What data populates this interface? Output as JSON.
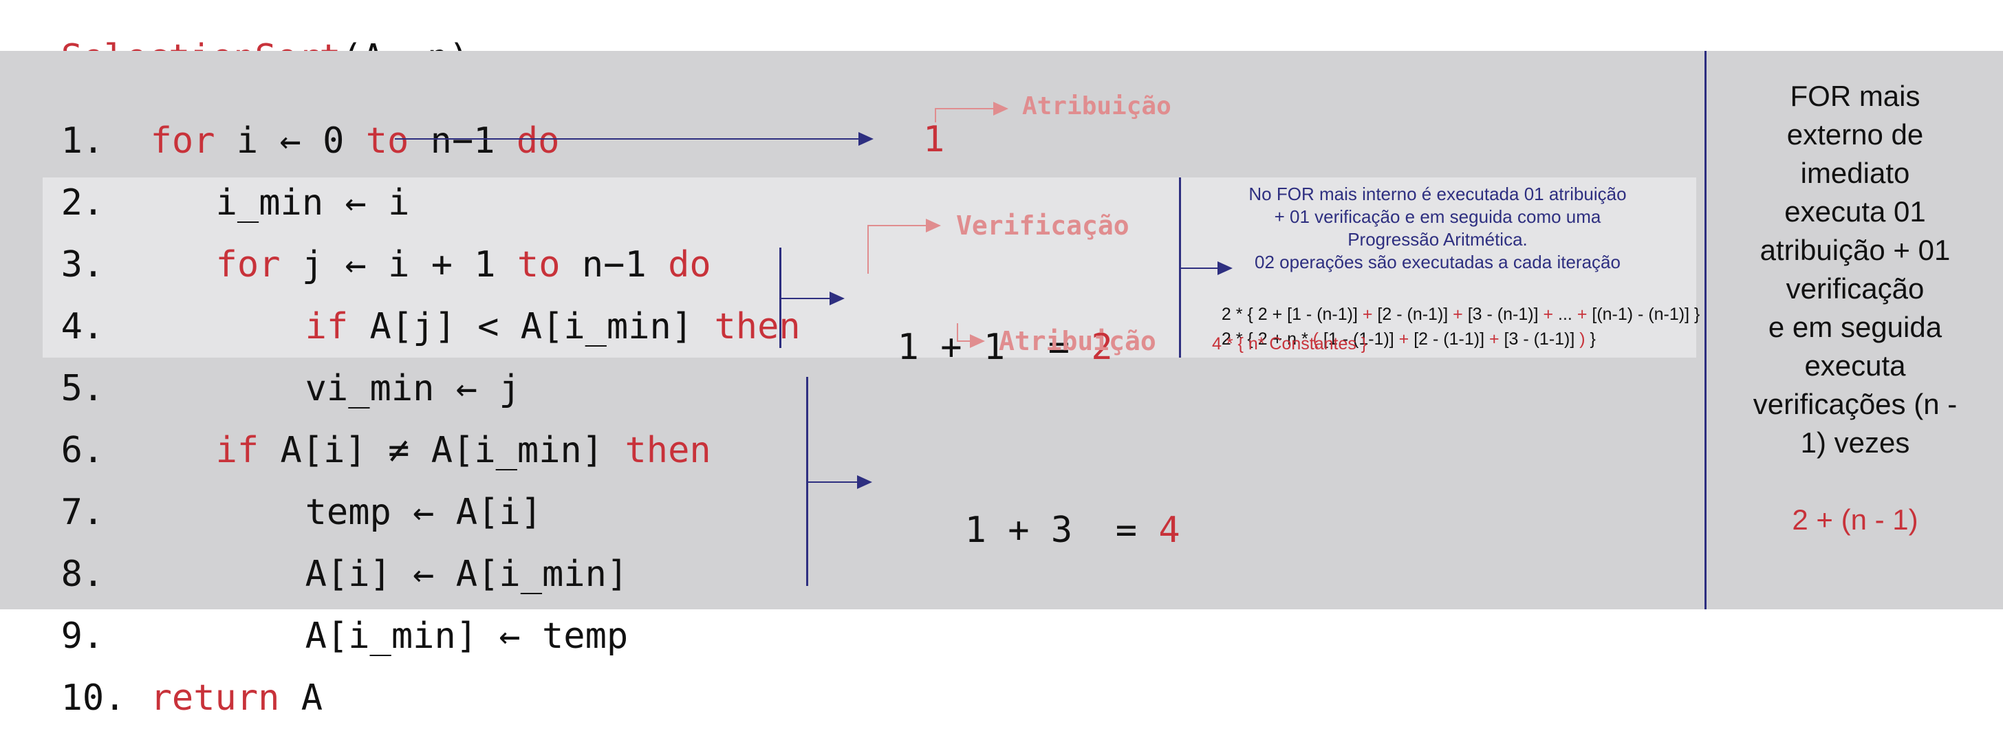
{
  "header": {
    "function_name": "SelectionSort",
    "params": "(A, n)"
  },
  "lines": [
    {
      "num": "1.",
      "kw1": "for",
      "t1": " i ← 0 ",
      "kw2": "to",
      "t2": " n−1 ",
      "kw3": "do"
    },
    {
      "num": "2.",
      "t1": "i_min ← i"
    },
    {
      "num": "3.",
      "kw1": "for",
      "t1": " j ← i + 1 ",
      "kw2": "to",
      "t2": " n−1 ",
      "kw3": "do"
    },
    {
      "num": "4.",
      "kw1": "if",
      "t1": " A[j] < A[i_min] ",
      "kw2": "then"
    },
    {
      "num": "5.",
      "t1": "vi_min ← j"
    },
    {
      "num": "6.",
      "kw1": "if",
      "t1": " A[i] ≠ A[i_min] ",
      "kw2": "then"
    },
    {
      "num": "7.",
      "t1": "temp ← A[i]"
    },
    {
      "num": "8.",
      "t1": "A[i] ← A[i_min]"
    },
    {
      "num": "9.",
      "t1": "A[i_min] ← temp"
    },
    {
      "num": "10.",
      "kw1": "return",
      "t1": " A"
    }
  ],
  "annotations": {
    "atribuicao_top": "Atribuição",
    "value_one": "1",
    "verificacao": "Verificação",
    "inner_sum_expr": "1 + 1  = ",
    "inner_sum_result": "2",
    "atribuicao_bottom": "Atribuição",
    "outer_sum_expr": "1 + 3  = ",
    "outer_sum_result": "4"
  },
  "note": {
    "lines": [
      "No FOR mais interno é executada 01 atribuição",
      "+ 01 verificação e em seguida como uma",
      "Progressão Aritmética.",
      "02 operações são executadas a cada iteração"
    ],
    "formula1": {
      "p1": "2 * { 2 + [1 - (n-1)] ",
      "p2": "+",
      "p3": " [2 - (n-1)] ",
      "p4": "+",
      "p5": " [3 - (n-1)] ",
      "p6": "+",
      "p7": " ... ",
      "p8": "+",
      "p9": " [(n-1) - (n-1)] }"
    },
    "formula2": {
      "p1": "2 * { 2 + n * ",
      "p2": "(",
      "p3": " [1 - (1-1)] ",
      "p4": "+",
      "p5": " [2 - (1-1)] ",
      "p6": "+",
      "p7": " [3 - (1-1)] ",
      "p8": ")",
      "p9": " }"
    },
    "formula3": "4 * { n* Constantes }"
  },
  "side": {
    "lines": [
      "FOR mais",
      "externo de",
      "imediato",
      "executa 01",
      "atribuição + 01",
      "verificação",
      "e em seguida",
      "executa",
      "verificações (n -",
      "1) vezes"
    ],
    "result": "2 + (n - 1)"
  },
  "colors": {
    "keyword": "#c8323a",
    "arrow": "#2e2f80",
    "label": "#e08d8f",
    "panel": "#d2d2d4",
    "inner_panel": "#e4e4e6"
  }
}
